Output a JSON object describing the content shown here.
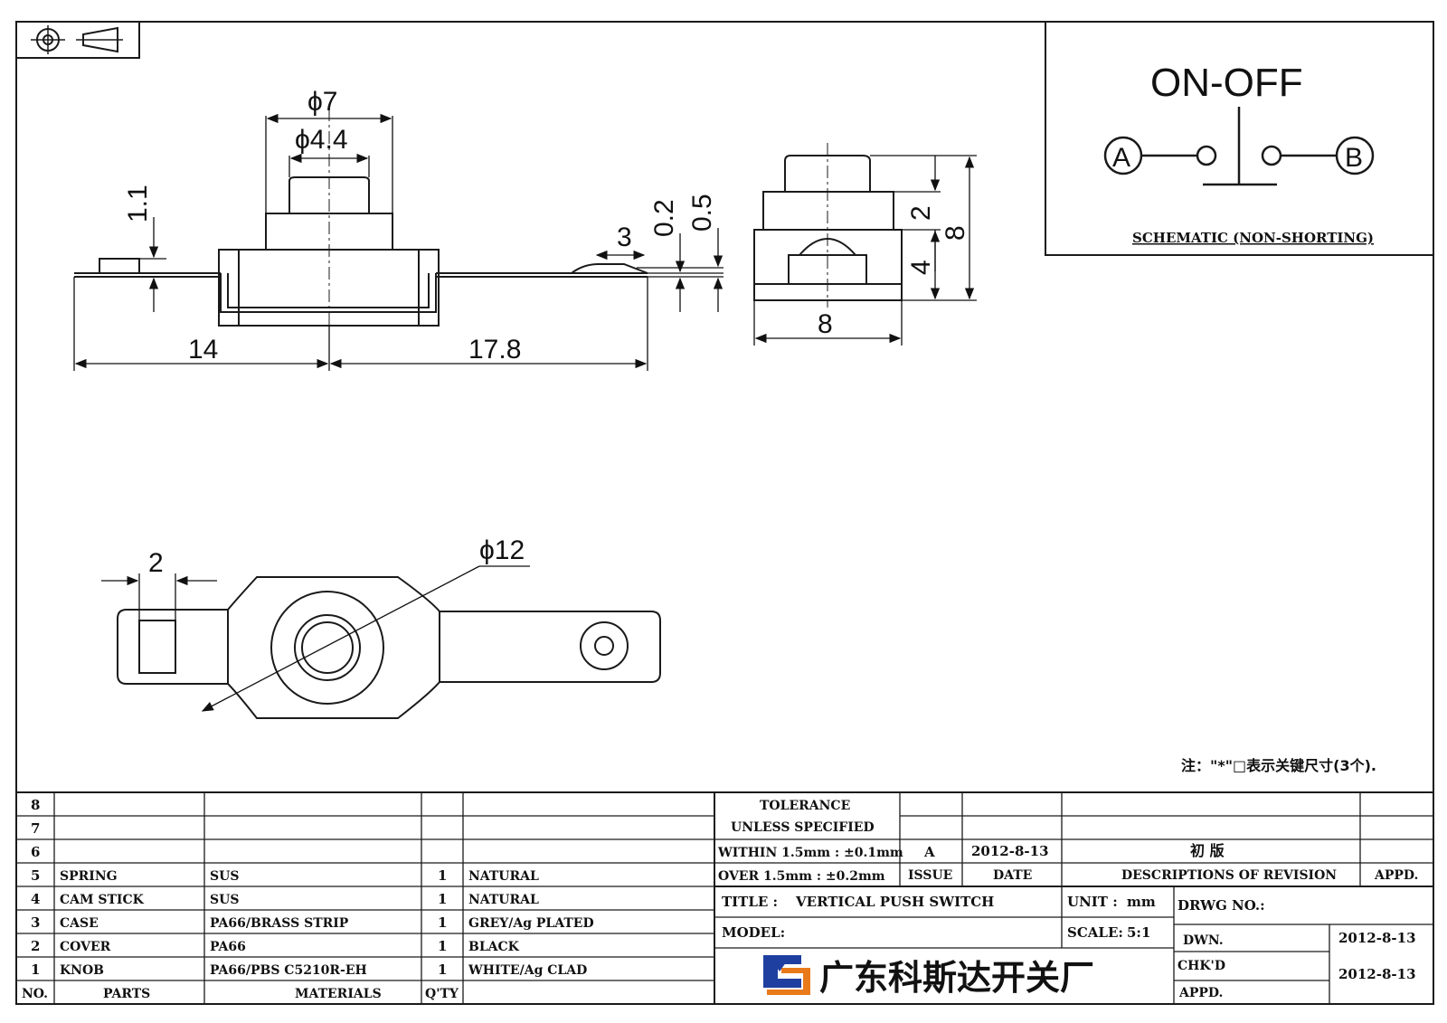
{
  "dimensions": {
    "phi7": "ϕ7",
    "phi4_4": "ϕ4.4",
    "d1_1": "1.1",
    "d3": "3",
    "d0_2": "0.2",
    "d0_5": "0.5",
    "d14": "14",
    "d17_8": "17.8",
    "side_2": "2",
    "side_8_height": "8",
    "side_4": "4",
    "side_8_width": "8",
    "top_2": "2",
    "phi12": "ϕ12"
  },
  "schematic": {
    "title": "ON-OFF",
    "terminal_a": "A",
    "terminal_b": "B",
    "caption": "SCHEMATIC (NON-SHORTING)"
  },
  "note": "注：\"*\"□表示关键尺寸(3个).",
  "bom": {
    "header": {
      "no": "NO.",
      "parts": "PARTS",
      "materials": "MATERIALS",
      "qty": "Q'TY"
    },
    "rows": [
      {
        "no": "8",
        "parts": "",
        "materials": "",
        "qty": "",
        "finish": ""
      },
      {
        "no": "7",
        "parts": "",
        "materials": "",
        "qty": "",
        "finish": ""
      },
      {
        "no": "6",
        "parts": "",
        "materials": "",
        "qty": "",
        "finish": ""
      },
      {
        "no": "5",
        "parts": "SPRING",
        "materials": "SUS",
        "qty": "1",
        "finish": "NATURAL"
      },
      {
        "no": "4",
        "parts": "CAM STICK",
        "materials": "SUS",
        "qty": "1",
        "finish": "NATURAL"
      },
      {
        "no": "3",
        "parts": "CASE",
        "materials": "PA66/BRASS STRIP",
        "qty": "1",
        "finish": "GREY/Ag PLATED"
      },
      {
        "no": "2",
        "parts": "COVER",
        "materials": "PA66",
        "qty": "1",
        "finish": "BLACK"
      },
      {
        "no": "1",
        "parts": "KNOB",
        "materials": "PA66/PBS C5210R-EH",
        "qty": "1",
        "finish": "WHITE/Ag CLAD"
      }
    ]
  },
  "tolerance": {
    "line1": "TOLERANCE",
    "line2": "UNLESS  SPECIFIED",
    "within": "WITHIN 1.5mm : ±0.1mm",
    "over": "OVER 1.5mm : ±0.2mm"
  },
  "revision": {
    "issue": "A",
    "date": "2012-8-13",
    "description": "初  版",
    "issue_label": "ISSUE",
    "date_label": "DATE",
    "desc_label": "DESCRIPTIONS OF REVISION",
    "appd_label": "APPD."
  },
  "title_block": {
    "title_label": "TITLE :",
    "title_value": "VERTICAL PUSH SWITCH",
    "unit_label": "UNIT :",
    "unit_value": "mm",
    "drwg_label": "DRWG NO.:",
    "model_label": "MODEL:",
    "scale_label": "SCALE:",
    "scale_value": "5:1",
    "dwn_label": "DWN.",
    "dwn_date": "2012-8-13",
    "chkd_label": "CHK'D",
    "chkd_date": "2012-8-13",
    "appd_label": "APPD.",
    "company": "广东科斯达开关厂"
  },
  "colors": {
    "line": "#1a1a1a",
    "logo_blue": "#1f3fa0",
    "logo_orange": "#e87a1a"
  }
}
